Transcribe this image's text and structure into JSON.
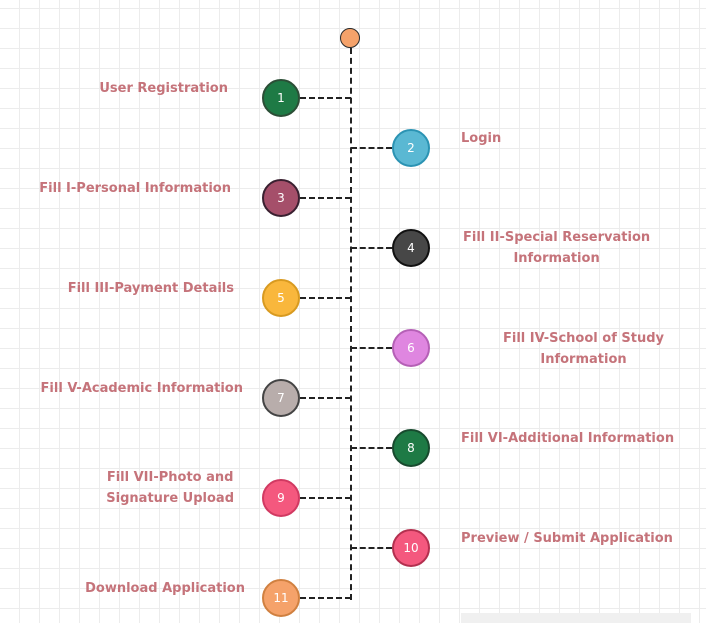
{
  "steps": [
    {
      "number": "1",
      "label": "User Registration",
      "color": "#1e7a45",
      "border": "#2b4e36",
      "side": "left"
    },
    {
      "number": "2",
      "label": "Login",
      "color": "#5ab8d3",
      "border": "#2b93b3",
      "side": "right"
    },
    {
      "number": "3",
      "label": "Fill I-Personal Information",
      "color": "#a54f6a",
      "border": "#3a2030",
      "side": "left"
    },
    {
      "number": "4",
      "label": "Fill II-Special Reservation\nInformation",
      "color": "#474747",
      "border": "#111111",
      "side": "right"
    },
    {
      "number": "5",
      "label": "Fill III-Payment Details",
      "color": "#f9b73c",
      "border": "#d89a20",
      "side": "left"
    },
    {
      "number": "6",
      "label": "Fill IV-School  of Study Information",
      "color": "#df86e0",
      "border": "#b560b6",
      "side": "right"
    },
    {
      "number": "7",
      "label": "Fill V-Academic Information",
      "color": "#b8adab",
      "border": "#444444",
      "side": "left"
    },
    {
      "number": "8",
      "label": "Fill VI-Additional Information",
      "color": "#1e7a45",
      "border": "#184a2e",
      "side": "right"
    },
    {
      "number": "9",
      "label": "Fill VII-Photo and\nSignature Upload",
      "color": "#f4587e",
      "border": "#d13a62",
      "side": "left"
    },
    {
      "number": "10",
      "label": "Preview / Submit Application",
      "color": "#f4587e",
      "border": "#b3304f",
      "side": "right"
    },
    {
      "number": "11",
      "label": "Download Application",
      "color": "#f5a26a",
      "border": "#d08040",
      "side": "left"
    }
  ],
  "colors": {
    "label_text": "#c5737a",
    "connector": "#222222",
    "start_dot": "#f5a26a"
  }
}
